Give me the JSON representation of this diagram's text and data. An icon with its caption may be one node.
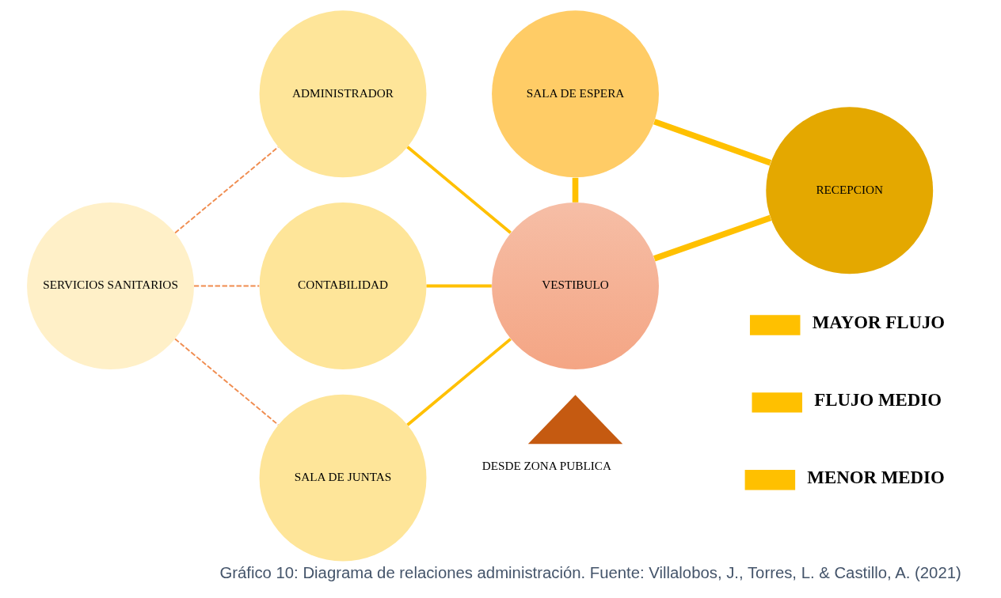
{
  "diagram": {
    "caption": "Gráfico 10: Diagrama de relaciones administración. Fuente: Villalobos, J., Torres, L. & Castillo, A. (2021)",
    "nodes": [
      {
        "text": [
          "ADMINISTRADOR"
        ]
      },
      {
        "text": [
          "SALA DE ESPERA"
        ]
      },
      {
        "text": [
          "SERVICIOS SANITARIOS"
        ]
      },
      {
        "text": [
          "CONTABILIDAD"
        ]
      },
      {
        "text": [
          "VESTIBULO"
        ]
      },
      {
        "text": [
          "RECEPCION"
        ]
      },
      {
        "text": [
          "SALA DE JUNTAS"
        ]
      },
      {
        "text": [
          "DESDE ZONA PUBLICA"
        ]
      }
    ],
    "edges": [
      {
        "from": 2,
        "to": 0,
        "arrow": "none",
        "style": "dashed",
        "color": "#f08c4f"
      },
      {
        "from": 2,
        "to": 3,
        "arrow": "none",
        "style": "dashed",
        "color": "#f08c4f"
      },
      {
        "from": 2,
        "to": 6,
        "arrow": "none",
        "style": "dashed",
        "color": "#f08c4f"
      },
      {
        "from": 0,
        "to": 4,
        "arrow": "none"
      },
      {
        "from": 3,
        "to": 4,
        "arrow": "none"
      },
      {
        "from": 6,
        "to": 4,
        "arrow": "none"
      },
      {
        "from": 1,
        "to": 4,
        "arrow": "none",
        "style": "thick"
      },
      {
        "from": 1,
        "to": 5,
        "arrow": "none",
        "style": "thick"
      },
      {
        "from": 4,
        "to": 5,
        "arrow": "none",
        "style": "thick"
      }
    ],
    "legend": [
      {
        "text": "MAYOR FLUJO"
      },
      {
        "text": "FLUJO MEDIO"
      },
      {
        "text": "MENOR MEDIO"
      }
    ]
  }
}
